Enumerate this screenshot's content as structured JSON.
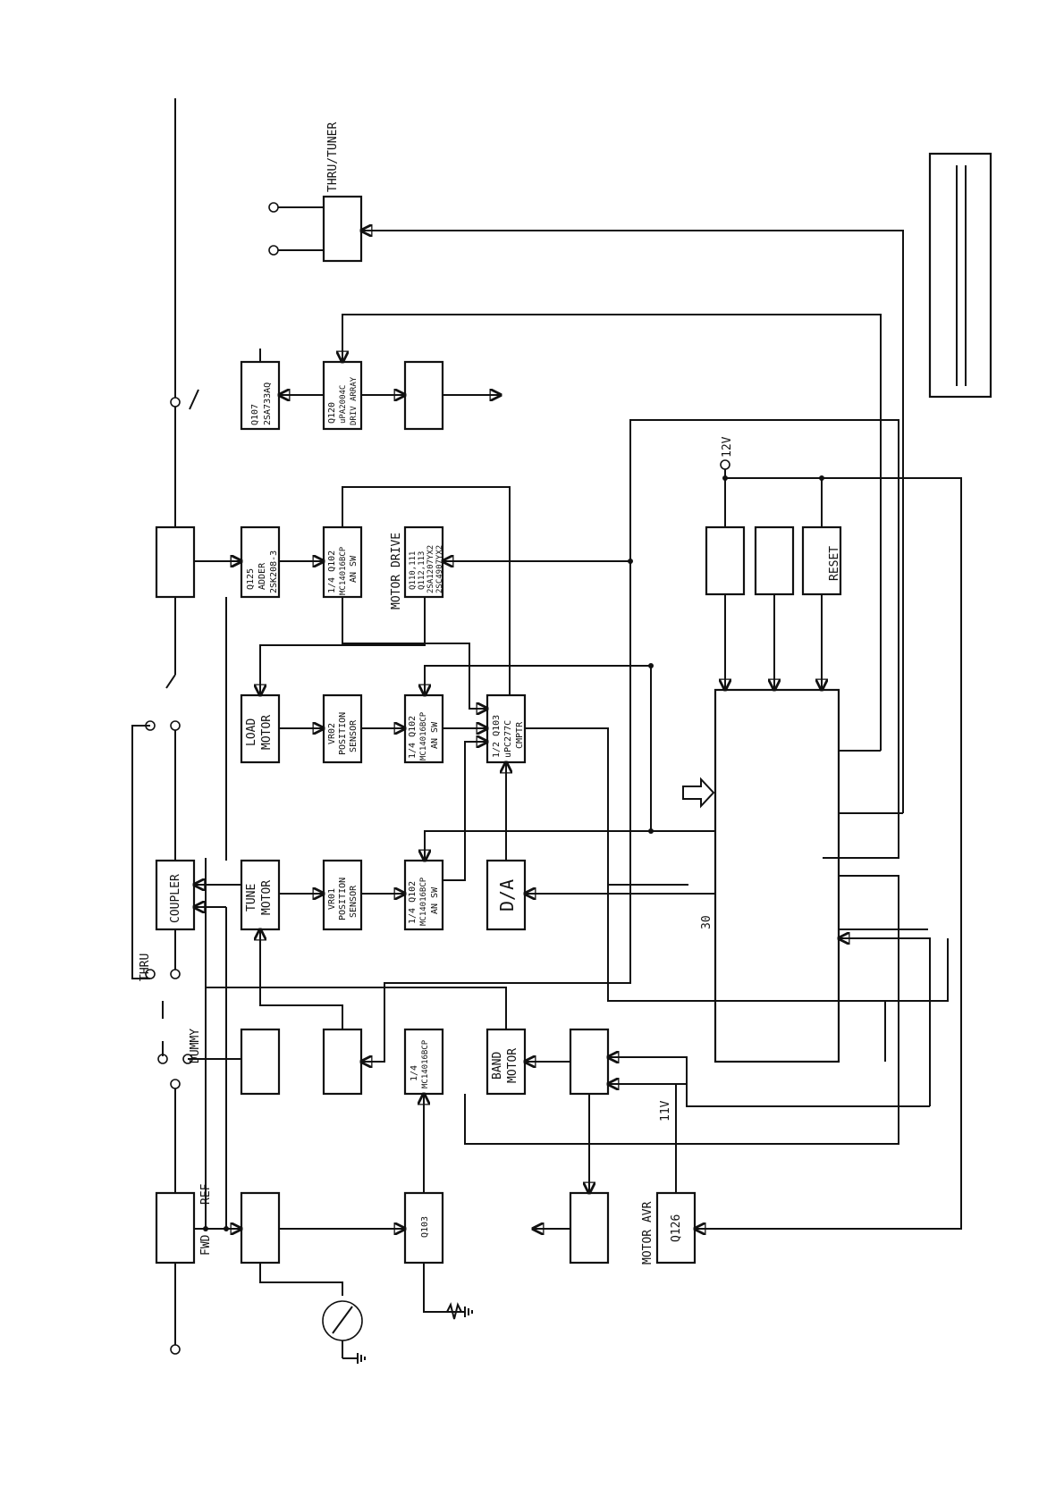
{
  "colors": {
    "ink": "#111111",
    "paper": "#ffffff"
  },
  "blocks": {
    "coupler": "COUPLER",
    "tune_motor": [
      "TUNE",
      "MOTOR"
    ],
    "load_motor": [
      "LOAD",
      "MOTOR"
    ],
    "vr01": [
      "VR01",
      "POSITION",
      "SENSOR"
    ],
    "vr02": [
      "VR02",
      "POSITION",
      "SENSOR"
    ],
    "an_sw_1": [
      "1/4 Q102",
      "MC14016BCP",
      "AN SW"
    ],
    "an_sw_2": [
      "1/4 Q102",
      "MC14016BCP",
      "AN SW"
    ],
    "an_sw_3": [
      "1/4 Q102",
      "MC14016BCP",
      "AN SW"
    ],
    "da": "D/A",
    "comparator": [
      "1/2 Q103",
      "uPC277C",
      "CMPTR"
    ],
    "adder": [
      "Q125",
      "ADDER",
      "2SK208-3"
    ],
    "motor_drive_label": "MOTOR DRIVE",
    "motor_drive": [
      "Q110,111",
      "Q112,113",
      "2SA1207YX2",
      "2SC4907YX2"
    ],
    "q107": [
      "Q107",
      "2SA733AQ"
    ],
    "q120": [
      "Q120",
      "uPA2004C",
      "DRIV ARRAY"
    ],
    "band_motor": [
      "BAND",
      "MOTOR"
    ],
    "mc1_4": [
      "1/4",
      "MC14016BCP"
    ],
    "q103": "Q103",
    "q126": "Q126",
    "motor_avr": "MOTOR AVR",
    "reset": "RESET"
  },
  "labels": {
    "thru_tuner": "THRU/TUNER",
    "thru": "THRU",
    "dummy": "DUMMY",
    "fwd": "FWD",
    "ref": "REF",
    "v12": "12V",
    "v11": "11V",
    "pin30": "30"
  },
  "icons": {
    "meter": "meter-icon",
    "ground": "ground-icon",
    "arrow": "hollow-arrow-icon"
  }
}
